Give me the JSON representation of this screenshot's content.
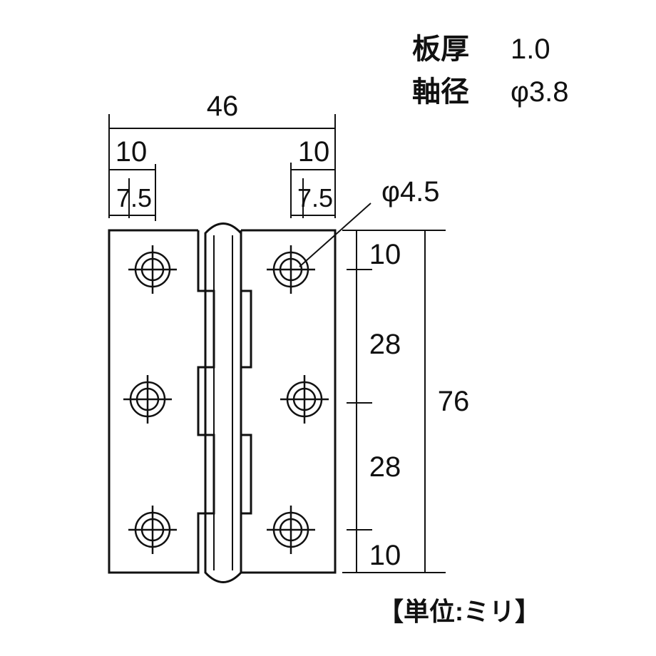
{
  "specs": {
    "plate_thickness_label": "板厚",
    "plate_thickness_value": "1.0",
    "axis_diameter_label": "軸径",
    "axis_diameter_value": "φ3.8"
  },
  "dimensions": {
    "overall_width": "46",
    "left_edge_to_hole": "10",
    "left_inner": "7.5",
    "right_edge_to_hole": "10",
    "right_inner": "7.5",
    "hole_diameter": "φ4.5",
    "top_offset": "10",
    "spacing_upper": "28",
    "overall_height": "76",
    "spacing_lower": "28",
    "bottom_offset": "10"
  },
  "unit_note": "【単位:ミリ】"
}
